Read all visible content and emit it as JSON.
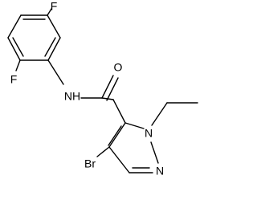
{
  "molecule": {
    "atoms": {
      "fluorine_top": "F",
      "fluorine_left": "F",
      "amide_nh": "NH",
      "carbonyl_o": "O",
      "pyrazole_n1": "N",
      "pyrazole_n2": "N",
      "bromine": "Br"
    }
  }
}
